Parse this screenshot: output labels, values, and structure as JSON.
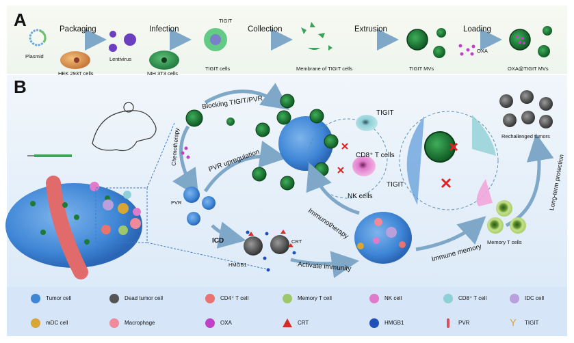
{
  "panel_a": {
    "label": "A",
    "steps": [
      {
        "arrow_label": "Packaging"
      },
      {
        "arrow_label": "Infection"
      },
      {
        "arrow_label": "Collection"
      },
      {
        "arrow_label": "Extrusion"
      },
      {
        "arrow_label": "Loading"
      }
    ],
    "items": {
      "plasmid": "Plasmid",
      "hek": "HEK 293T cells",
      "lentivirus": "Lentivirus",
      "nih": "NIH 3T3 cells",
      "tigit_cells": "TIGIT cells",
      "tigit_callout": "TIGIT",
      "membrane": "Membrane of TIGIT cells",
      "tigit_mvs": "TIGIT MVs",
      "oxa": "OXA",
      "oxa_tigit_mvs": "OXA@TIGIT MVs"
    }
  },
  "panel_b": {
    "label": "B",
    "labels": {
      "blocking": "Blocking TIGIT/PVR",
      "chemotherapy": "Chemotherapy",
      "pvr_upregulation": "PVR upregulation",
      "pvr": "PVR",
      "icd": "ICD",
      "crt": "CRT",
      "hmgb1": "HMGB1",
      "activate_immunity": "Activate immunity",
      "immunotherapy": "Immunotherapy",
      "cd8_cells": "CD8⁺ T cells",
      "nk_cells": "NK cells",
      "tigit_top": "TIGIT",
      "tigit_bottom": "TIGIT",
      "rechallenged": "Rechallenged tumors",
      "long_term": "Long-term protection",
      "memory_t_cells": "Memory T cells",
      "immune_memory": "Immune memory"
    }
  },
  "legend": {
    "items": [
      {
        "label": "Tumor cell",
        "icon": "tumor-cell-icon",
        "color": "#3f86d6"
      },
      {
        "label": "Dead tumor cell",
        "icon": "dead-tumor-cell-icon",
        "color": "#555555"
      },
      {
        "label": "CD4⁺ T cell",
        "icon": "cd4-t-cell-icon",
        "color": "#e8736f"
      },
      {
        "label": "Memory T cell",
        "icon": "memory-t-cell-icon",
        "color": "#9cc76a"
      },
      {
        "label": "NK cell",
        "icon": "nk-cell-icon",
        "color": "#e07acb"
      },
      {
        "label": "CD8⁺ T cell",
        "icon": "cd8-t-cell-icon",
        "color": "#8fcfd6"
      },
      {
        "label": "IDC cell",
        "icon": "idc-cell-icon",
        "color": "#b9a0dc"
      },
      {
        "label": "mDC cell",
        "icon": "mdc-cell-icon",
        "color": "#d8a634"
      },
      {
        "label": "Macrophage",
        "icon": "macrophage-icon",
        "color": "#ee8a9a"
      },
      {
        "label": "OXA",
        "icon": "oxa-icon",
        "color": "#c040c8"
      },
      {
        "label": "CRT",
        "icon": "crt-icon",
        "color": "#d92a2a"
      },
      {
        "label": "HMGB1",
        "icon": "hmgb1-icon",
        "color": "#1f4fb8"
      },
      {
        "label": "PVR",
        "icon": "pvr-icon",
        "color": "#d9505a"
      },
      {
        "label": "TIGIT",
        "icon": "tigit-icon",
        "color": "#d8a53a"
      }
    ]
  },
  "colors": {
    "arrow": "#7fa8c8",
    "mv_green": "#1e7a36",
    "tigit_gold": "#d8a53a",
    "block_red": "#e02020"
  }
}
